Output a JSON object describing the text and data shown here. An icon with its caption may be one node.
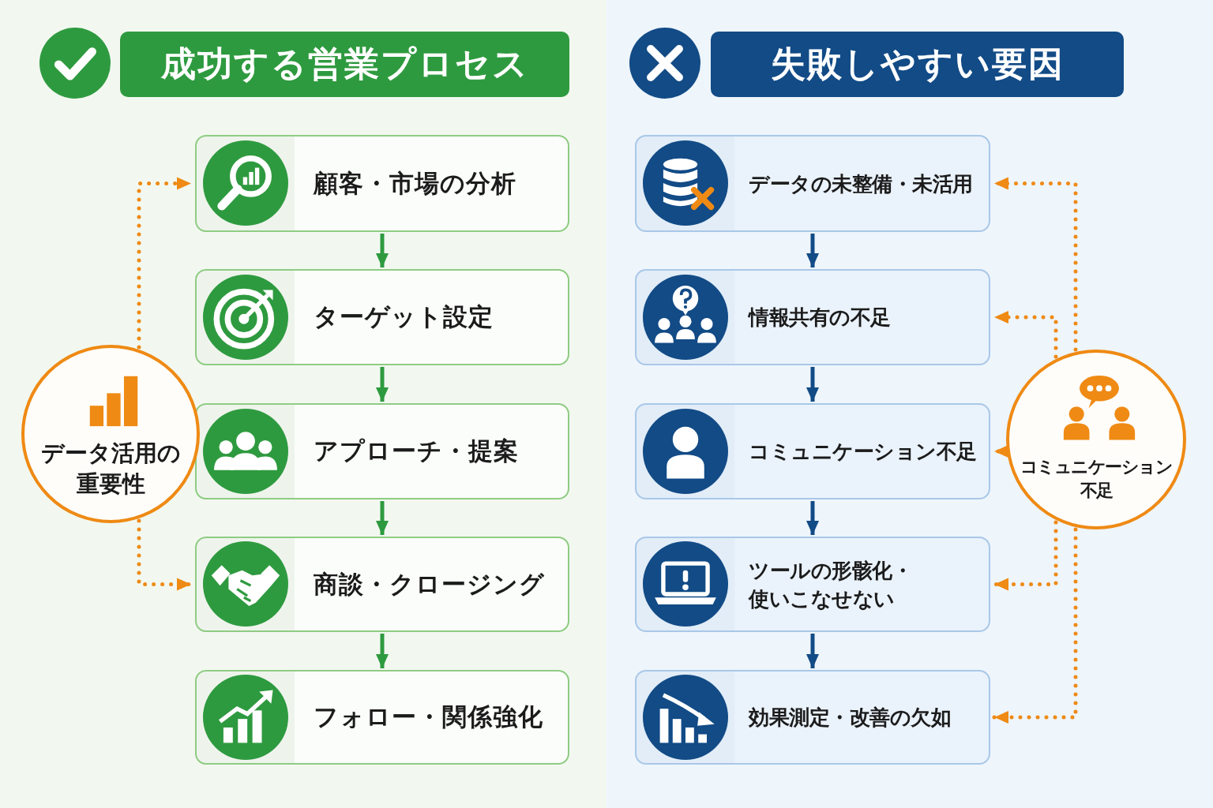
{
  "diagram": {
    "nodes": [
      {
        "text": [
          "成功する営業プロセス"
        ]
      },
      {
        "text": [
          "顧客・市場の分析"
        ]
      },
      {
        "text": [
          "ターゲット設定"
        ]
      },
      {
        "text": [
          "アプローチ・提案"
        ]
      },
      {
        "text": [
          "商談・クロージング"
        ]
      },
      {
        "text": [
          "フォロー・関係強化"
        ]
      },
      {
        "text": [
          "データ活用の重要性"
        ]
      },
      {
        "text": [
          "失敗しやすい要因"
        ]
      },
      {
        "text": [
          "データの未整備・未活用"
        ]
      },
      {
        "text": [
          "情報共有の不足"
        ]
      },
      {
        "text": [
          "コミュニケーション不足"
        ]
      },
      {
        "text": [
          "ツールの形骸化・使いこなせない"
        ]
      },
      {
        "text": [
          "効果測定・改善の欠如"
        ]
      },
      {
        "text": [
          "コミュニケーション不足"
        ]
      }
    ],
    "edges": [
      {
        "from": 1,
        "to": 2,
        "arrow": "to",
        "color": "#2e9a3f"
      },
      {
        "from": 2,
        "to": 3,
        "arrow": "to",
        "color": "#2e9a3f"
      },
      {
        "from": 3,
        "to": 4,
        "arrow": "to",
        "color": "#2e9a3f"
      },
      {
        "from": 4,
        "to": 5,
        "arrow": "to",
        "color": "#2e9a3f"
      },
      {
        "from": 6,
        "to": 1,
        "arrow": "to",
        "style": "dashed",
        "color": "#ef8a14"
      },
      {
        "from": 6,
        "to": 4,
        "arrow": "to",
        "style": "dashed",
        "color": "#ef8a14"
      },
      {
        "from": 8,
        "to": 9,
        "arrow": "to",
        "color": "#124b86"
      },
      {
        "from": 9,
        "to": 10,
        "arrow": "to",
        "color": "#124b86"
      },
      {
        "from": 10,
        "to": 11,
        "arrow": "to",
        "color": "#124b86"
      },
      {
        "from": 11,
        "to": 12,
        "arrow": "to",
        "color": "#124b86"
      },
      {
        "from": 13,
        "to": 8,
        "arrow": "to",
        "style": "dashed",
        "color": "#ef8a14"
      },
      {
        "from": 13,
        "to": 9,
        "arrow": "to",
        "style": "dashed",
        "color": "#ef8a14"
      },
      {
        "from": 13,
        "to": 10,
        "arrow": "to",
        "style": "dashed",
        "color": "#ef8a14"
      },
      {
        "from": 13,
        "to": 11,
        "arrow": "to",
        "style": "dashed",
        "color": "#ef8a14"
      },
      {
        "from": 13,
        "to": 12,
        "arrow": "to",
        "style": "dashed",
        "color": "#ef8a14"
      }
    ]
  }
}
